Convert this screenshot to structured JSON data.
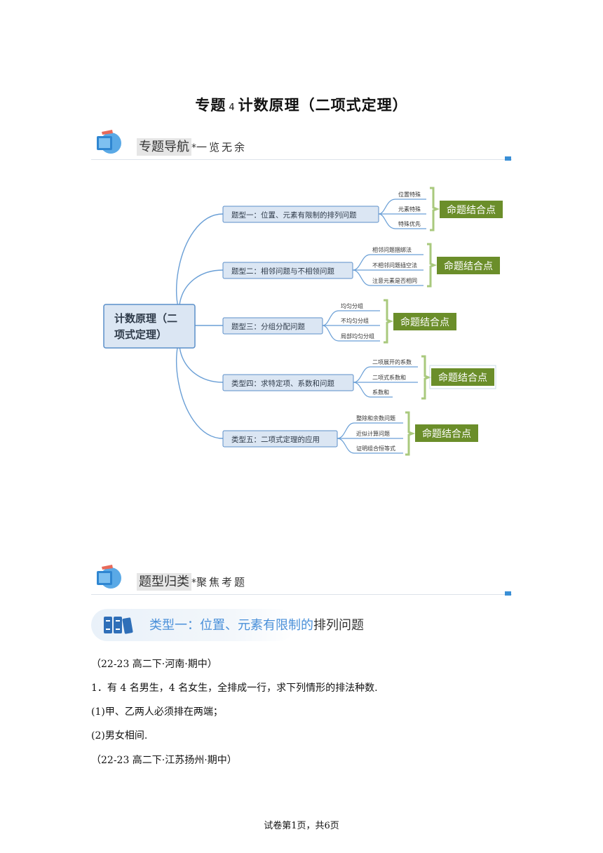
{
  "doc": {
    "title_pre": "专题",
    "title_num": "4",
    "title_post": "计数原理（二项式定理）"
  },
  "section1": {
    "main": "专题导航",
    "star": "*",
    "sub": "一览无余"
  },
  "mindmap": {
    "root": [
      "计数原理（二",
      "项式定理）"
    ],
    "tag": "命题结合点",
    "topics": [
      {
        "label": "题型一：位置、元素有限制的排列问题",
        "subs": [
          "位置特殊",
          "元素特殊",
          "特殊优先"
        ]
      },
      {
        "label": "题型二：相邻问题与不相领问题",
        "subs": [
          "相邻问题捆绑法",
          "不相邻问题插空法",
          "注意元素是否相同"
        ]
      },
      {
        "label": "题型三：分组分配问题",
        "subs": [
          "均匀分组",
          "不均匀分组",
          "局部均匀分组"
        ]
      },
      {
        "label": "类型四：求特定项、系数和问题",
        "subs": [
          "二项展开的系数",
          "二项式系数和",
          "系数和"
        ]
      },
      {
        "label": "类型五：二项式定理的应用",
        "subs": [
          "整除和余数问题",
          "近似计算问题",
          "证明组合恒等式"
        ]
      }
    ]
  },
  "section2": {
    "main": "题型归类",
    "star": "*",
    "sub": "聚焦考题"
  },
  "banner": {
    "part1": "类型一：位置、元素有限制的",
    "part2": "排列问题"
  },
  "questions": {
    "src1": "（22-23 高二下·河南·期中）",
    "q1": "1．有 4 名男生，4 名女生，全排成一行，求下列情形的排法种数.",
    "q1a": "(1)甲、乙两人必须排在两端；",
    "q1b": "(2)男女相间.",
    "src2": "（22-23 高二下·江苏扬州·期中）"
  },
  "footer": "试卷第1页，共6页",
  "colors": {
    "node_fill": "#dbe6f3",
    "node_stroke": "#5b8fc9",
    "tag": "#6b8e2a",
    "bracket": "#a9c97d",
    "accent": "#3a8fd6"
  },
  "icons": {
    "section": "book-stack-icon",
    "banner": "books-icon"
  }
}
